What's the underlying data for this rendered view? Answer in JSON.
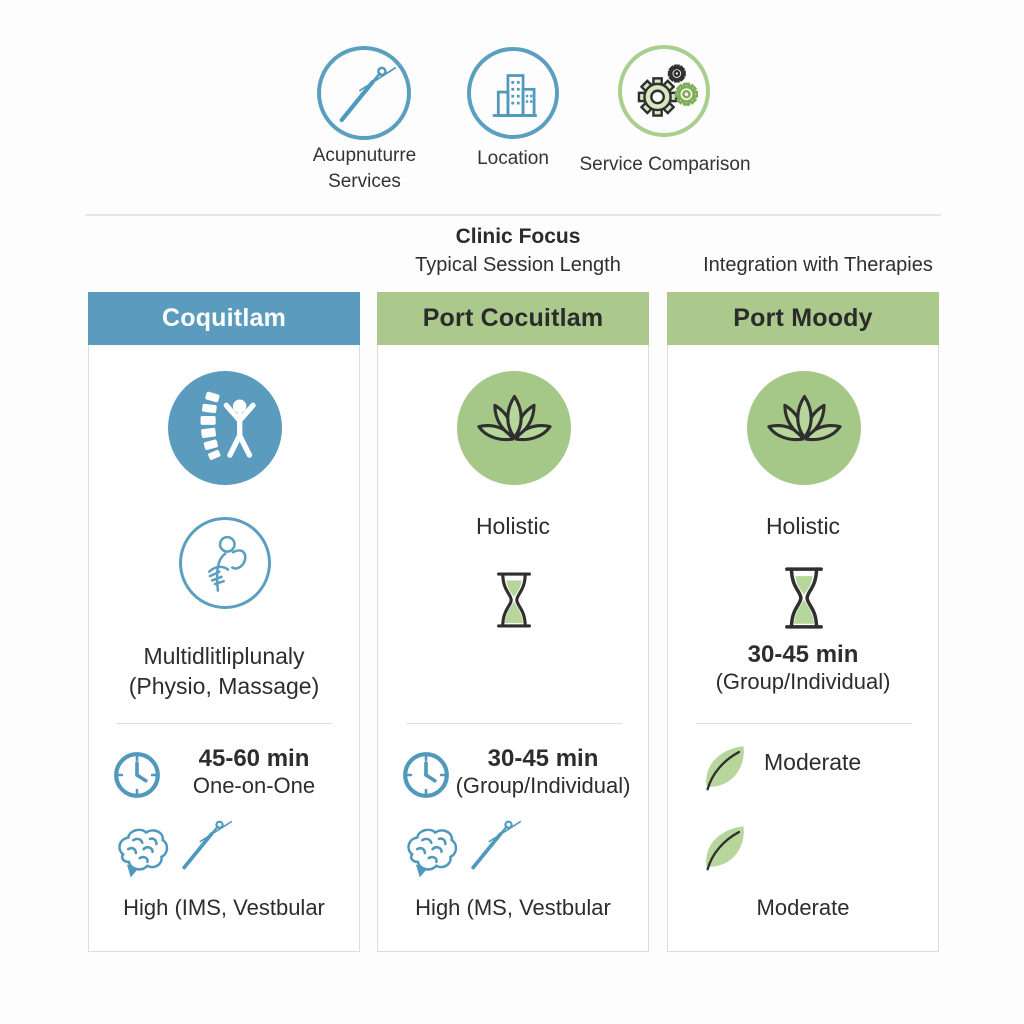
{
  "colors": {
    "accent_blue": "#5b9bbd",
    "accent_blue_stroke": "#4f99bd",
    "accent_green_header": "#abc98c",
    "accent_green_circle": "#a5c787",
    "leaf_green": "#b7d69b",
    "text_dark": "#2d2d2d",
    "divider_gray": "#e6e6e6",
    "card_border": "#dddddd"
  },
  "top_nav": {
    "acupuncture_label": "Acupnuturre\nServices",
    "location_label": "Location",
    "comparison_label": "Service Comparison"
  },
  "section_headers": {
    "clinic_focus": "Clinic Focus",
    "session_length": "Typical Session Length",
    "integration": "Integration with Therapies"
  },
  "columns": [
    {
      "title": "Coquitlam",
      "focus_text": "Multidlitliplunaly\n(Physio, Massage)",
      "session_primary": "45-60 min",
      "session_secondary": "One-on-One",
      "integration_text": "High (IMS, Vestbular"
    },
    {
      "title": "Port Cocuitlam",
      "focus_label": "Holistic",
      "session_primary": "30-45 min",
      "session_secondary": "(Group/Individual)",
      "integration_text": "High (MS, Vestbular"
    },
    {
      "title": "Port Moody",
      "focus_label": "Holistic",
      "session_primary": "30-45 min",
      "session_secondary": "(Group/Individual)",
      "integration_level": "Moderate",
      "integration_text": "Moderate"
    }
  ]
}
